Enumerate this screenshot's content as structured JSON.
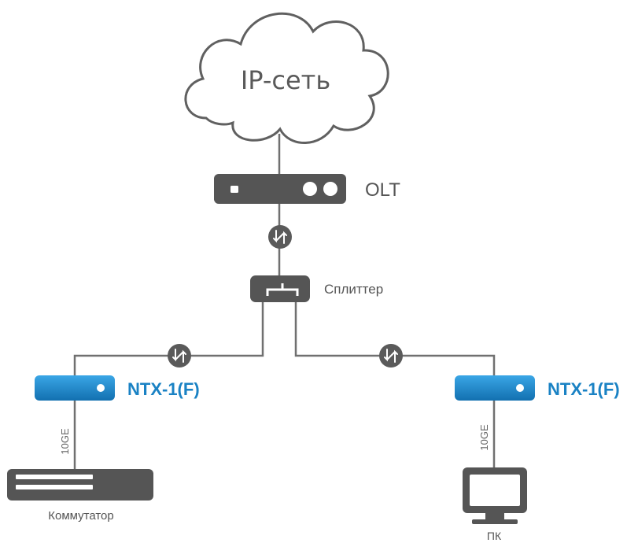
{
  "nodes": {
    "cloud": {
      "label": "IP-сеть"
    },
    "olt": {
      "label": "OLT"
    },
    "splitter": {
      "label": "Сплиттер"
    },
    "ntx_left": {
      "label": "NTX-1(F)"
    },
    "ntx_right": {
      "label": "NTX-1(F)"
    },
    "switch": {
      "label": "Коммутатор"
    },
    "pc": {
      "label": "ПК"
    }
  },
  "links": {
    "left_uplink": {
      "label": "10GE"
    },
    "right_uplink": {
      "label": "10GE"
    }
  },
  "colors": {
    "device_dark": "#555555",
    "device_blue": "#1a82c4",
    "line": "#707070",
    "ntx_text": "#1a82c4",
    "text": "#555555"
  },
  "icons": [
    "cloud-icon",
    "olt-device-icon",
    "splitter-icon",
    "ntx-device-icon",
    "switch-device-icon",
    "pc-monitor-icon",
    "fiber-link-icon"
  ]
}
